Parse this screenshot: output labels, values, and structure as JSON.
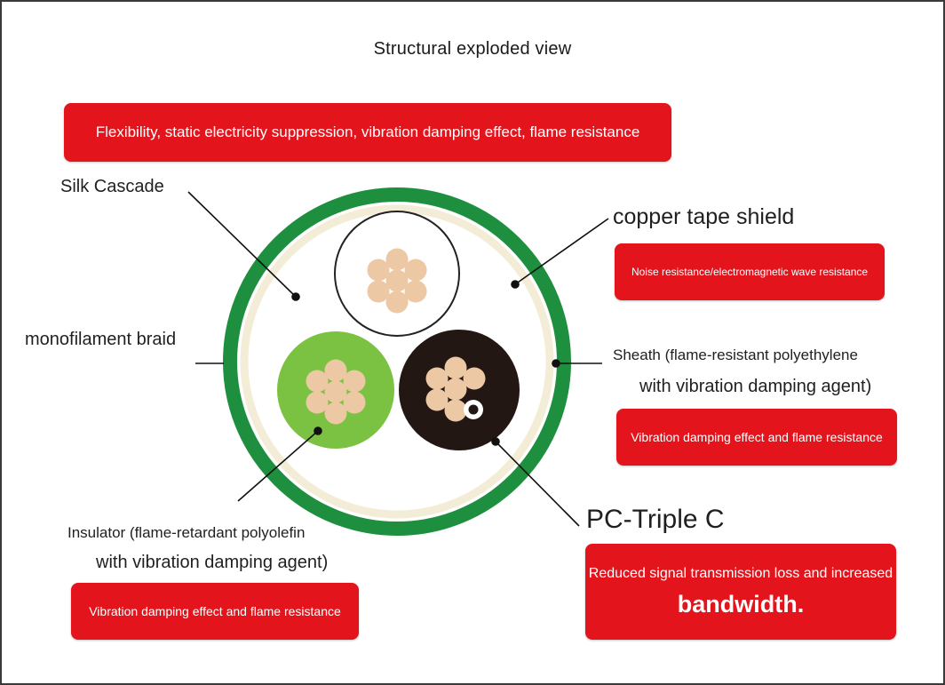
{
  "title": "Structural exploded view",
  "labels": {
    "silk": "Silk Cascade",
    "copper": "copper tape shield",
    "monofilament": "monofilament braid",
    "sheath_1": "Sheath (flame-resistant polyethylene",
    "sheath_2": "with vibration damping agent)",
    "insulator_1": "Insulator (flame-retardant polyolefin",
    "insulator_2": "with vibration damping agent)",
    "pc": "PC-Triple C"
  },
  "boxes": {
    "top": "Flexibility, static electricity suppression, vibration damping effect, flame resistance",
    "copper": "Noise resistance/electromagnetic wave resistance",
    "sheath": "Vibration damping effect and flame resistance",
    "insulator": "Vibration damping effect and flame resistance",
    "pc_1": "Reduced signal transmission loss and increased",
    "pc_2": "bandwidth."
  },
  "colors": {
    "accent_red": "#e3141c",
    "jacket_green": "#1e8f3e",
    "core_green": "#7cc242",
    "core_black": "#231714",
    "strand_tan": "#edc8a4"
  }
}
